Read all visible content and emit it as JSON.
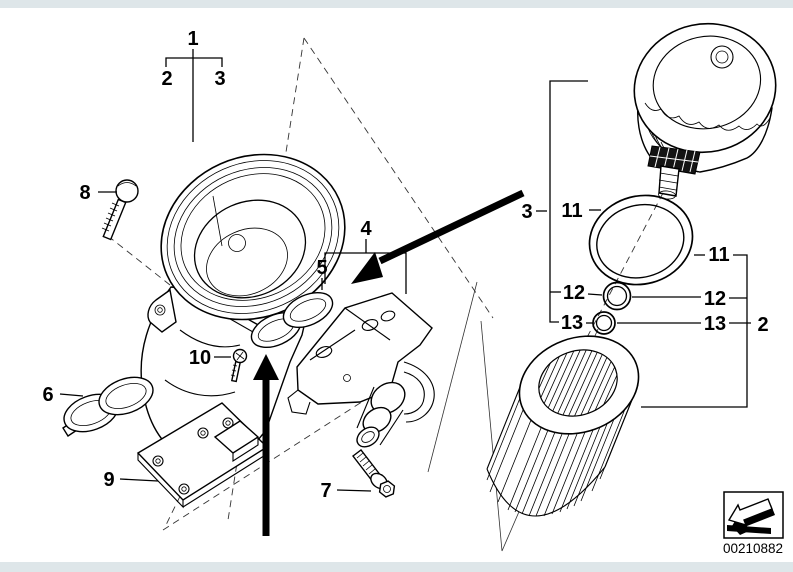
{
  "diagram": {
    "type": "exploded-parts-diagram",
    "subject_parts": [
      "oil-filter-housing",
      "filter-cap",
      "o-ring-large",
      "o-ring-small",
      "o-ring-smaller",
      "filter-element",
      "gasket",
      "bracket-holder",
      "support-plate",
      "bolt",
      "screw"
    ],
    "colors": {
      "line": "#000000",
      "background": "#ffffff",
      "frame_bar": "#dee6e9"
    },
    "callouts": {
      "c1": "1",
      "c2": "2",
      "c3": "3",
      "c4": "4",
      "c5": "5",
      "c6": "6",
      "c7": "7",
      "c8": "8",
      "c9": "9",
      "c10": "10",
      "right_3": "3",
      "left_11": "11",
      "left_12": "12",
      "left_13": "13",
      "right_11": "11",
      "right_12": "12",
      "right_13": "13",
      "right_2": "2"
    },
    "icons": {
      "direction_arrow": "3d-arrow-down-left"
    },
    "footer": {
      "image_id": "00210882"
    }
  }
}
